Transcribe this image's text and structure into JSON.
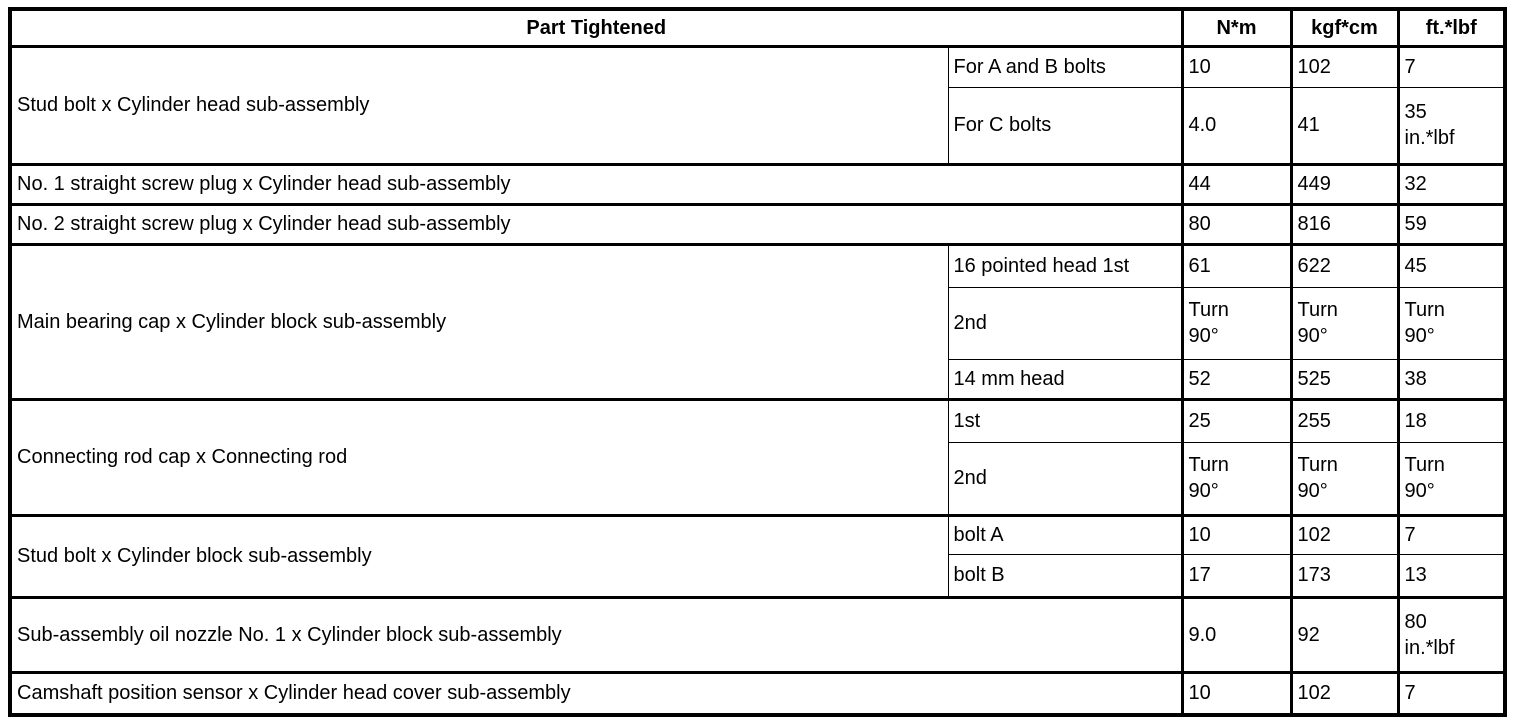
{
  "header": {
    "part": "Part Tightened",
    "units": {
      "nm": "N*m",
      "kgfcm": "kgf*cm",
      "ftlbf": "ft.*lbf"
    }
  },
  "groups": [
    {
      "part": "Stud bolt x Cylinder head sub-assembly",
      "sub": [
        {
          "label": "For A and B bolts",
          "nm": "10",
          "kgfcm": "102",
          "ftlbf": "7"
        },
        {
          "label": "For C bolts",
          "nm": "4.0",
          "kgfcm": "41",
          "ftlbf": "35\nin.*lbf"
        }
      ]
    },
    {
      "part": "No. 1 straight screw plug x Cylinder head sub-assembly",
      "nm": "44",
      "kgfcm": "449",
      "ftlbf": "32"
    },
    {
      "part": "No. 2 straight screw plug x Cylinder head sub-assembly",
      "nm": "80",
      "kgfcm": "816",
      "ftlbf": "59"
    },
    {
      "part": "Main bearing cap x Cylinder block sub-assembly",
      "sub": [
        {
          "label": "16 pointed head 1st",
          "nm": "61",
          "kgfcm": "622",
          "ftlbf": "45"
        },
        {
          "label": "2nd",
          "nm": "Turn\n90°",
          "kgfcm": "Turn\n90°",
          "ftlbf": "Turn\n90°"
        },
        {
          "label": "14 mm head",
          "nm": "52",
          "kgfcm": "525",
          "ftlbf": "38"
        }
      ]
    },
    {
      "part": "Connecting rod cap x Connecting rod",
      "sub": [
        {
          "label": "1st",
          "nm": "25",
          "kgfcm": "255",
          "ftlbf": "18"
        },
        {
          "label": "2nd",
          "nm": "Turn\n90°",
          "kgfcm": "Turn\n90°",
          "ftlbf": "Turn\n90°"
        }
      ]
    },
    {
      "part": "Stud bolt x Cylinder block sub-assembly",
      "sub": [
        {
          "label": "bolt A",
          "nm": "10",
          "kgfcm": "102",
          "ftlbf": "7"
        },
        {
          "label": "bolt B",
          "nm": "17",
          "kgfcm": "173",
          "ftlbf": "13"
        }
      ]
    },
    {
      "part": "Sub-assembly oil nozzle No. 1 x Cylinder block sub-assembly",
      "nm": "9.0",
      "kgfcm": "92",
      "ftlbf": "80\nin.*lbf"
    },
    {
      "part": "Camshaft position sensor x Cylinder head cover sub-assembly",
      "nm": "10",
      "kgfcm": "102",
      "ftlbf": "7"
    }
  ],
  "colors": {
    "border": "#000000",
    "background": "#ffffff",
    "text": "#000000"
  }
}
